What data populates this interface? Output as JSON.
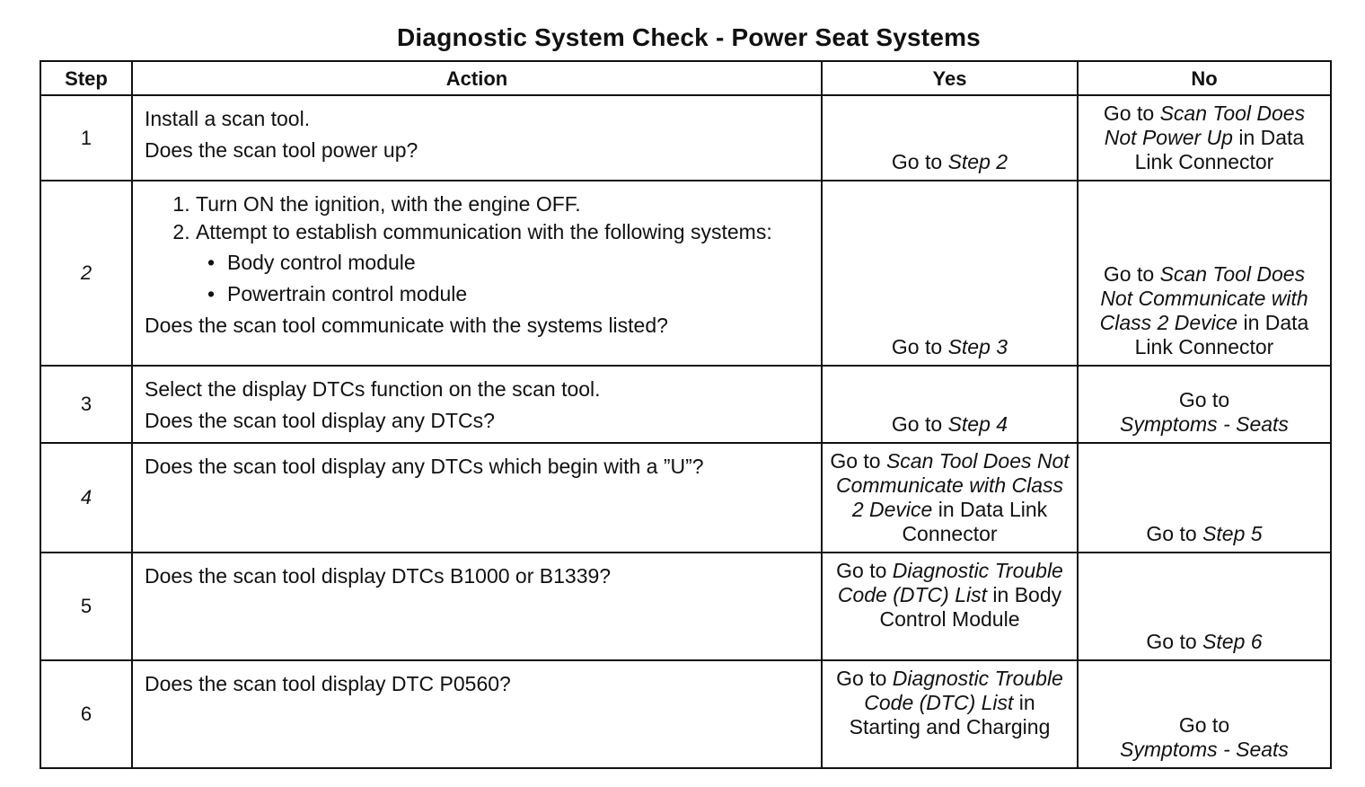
{
  "title": "Diagnostic System Check - Power Seat Systems",
  "headers": {
    "step": "Step",
    "action": "Action",
    "yes": "Yes",
    "no": "No"
  },
  "rows": [
    {
      "step": "1",
      "action_lines": [
        "Install a scan tool.",
        "Does the scan tool power up?"
      ],
      "yes": {
        "pre": "Go to ",
        "em": "Step 2",
        "post": ""
      },
      "no": {
        "pre": "Go to ",
        "em": "Scan Tool Does Not Power Up",
        "post": " in Data Link Connector"
      }
    },
    {
      "step": "2",
      "action_steps": [
        "Turn ON the ignition, with the engine OFF.",
        "Attempt to establish communication with the following systems:"
      ],
      "action_bullets": [
        "Body control module",
        "Powertrain control module"
      ],
      "action_question": "Does the scan tool communicate with the systems listed?",
      "yes": {
        "pre": "Go to ",
        "em": "Step 3",
        "post": ""
      },
      "no": {
        "pre": "Go to ",
        "em": "Scan Tool Does Not Communicate with Class 2 Device",
        "post": " in Data Link Connector"
      }
    },
    {
      "step": "3",
      "action_lines": [
        "Select the display DTCs function on the scan tool.",
        "Does the scan tool display any DTCs?"
      ],
      "yes": {
        "pre": "Go to ",
        "em": "Step 4",
        "post": ""
      },
      "no": {
        "pre": "Go to ",
        "em": "Symptoms - Seats",
        "post": ""
      }
    },
    {
      "step": "4",
      "action_lines": [
        "Does the scan tool display any DTCs which begin with a ”U”?"
      ],
      "yes": {
        "pre": "Go to ",
        "em": "Scan Tool Does Not Communicate with Class 2 Device",
        "post": " in Data Link  Connector"
      },
      "no": {
        "pre": "Go to ",
        "em": "Step 5",
        "post": ""
      }
    },
    {
      "step": "5",
      "action_lines": [
        "Does the scan tool display DTCs B1000 or B1339?"
      ],
      "yes": {
        "pre": "Go to ",
        "em": "Diagnostic Trouble Code (DTC) List",
        "post": " in Body Control Module"
      },
      "no": {
        "pre": "Go to ",
        "em": "Step 6",
        "post": ""
      }
    },
    {
      "step": "6",
      "action_lines": [
        "Does the scan tool display DTC P0560?"
      ],
      "yes": {
        "pre": "Go to ",
        "em": "Diagnostic Trouble Code (DTC) List",
        "post": " in Starting and Charging"
      },
      "no": {
        "pre": "Go to ",
        "em": "Symptoms - Seats",
        "post": ""
      }
    }
  ]
}
